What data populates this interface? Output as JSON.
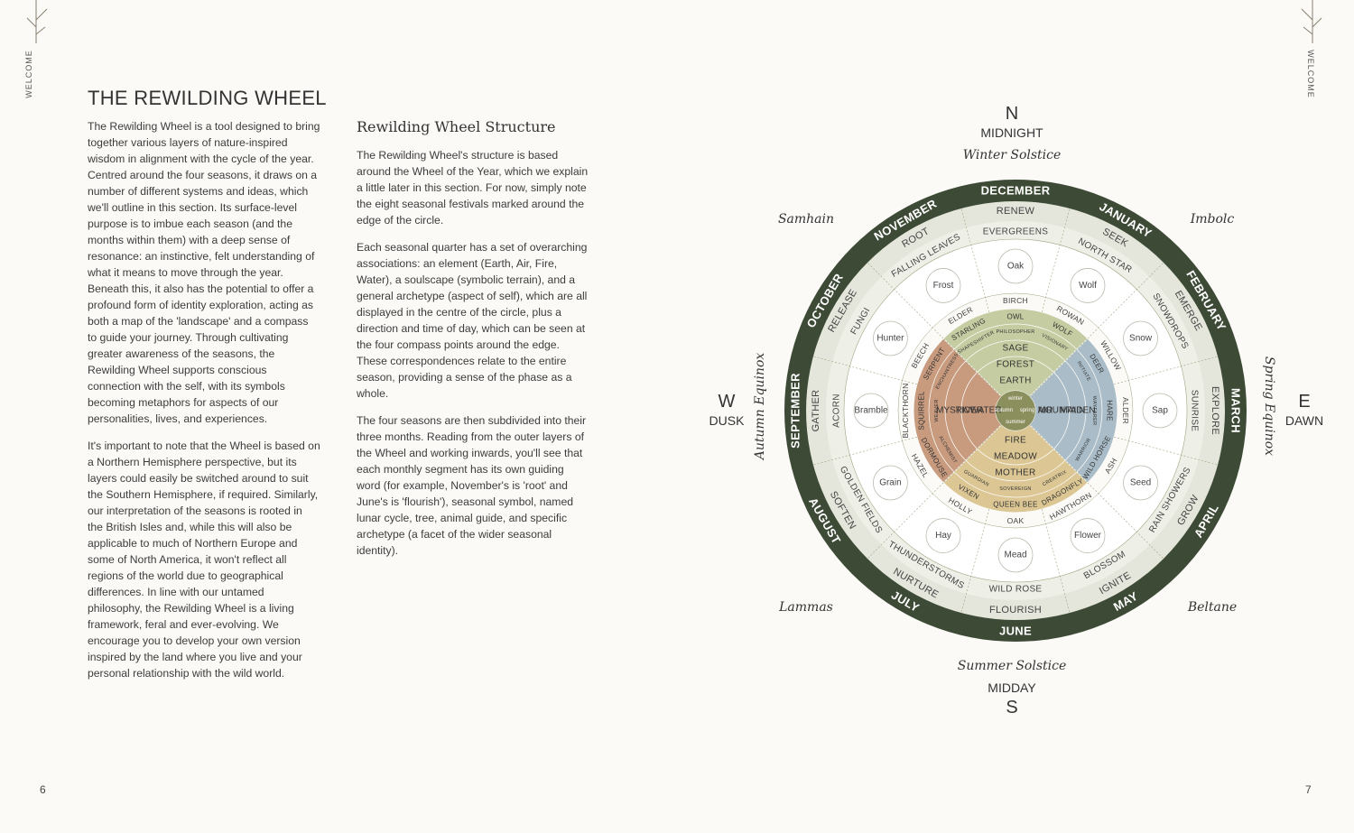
{
  "running_head": {
    "left": "WELCOME",
    "right": "WELCOME"
  },
  "page_numbers": {
    "left": "6",
    "right": "7"
  },
  "title": "THE REWILDING WHEEL",
  "col1_paragraphs": [
    "The Rewilding Wheel is a tool designed to bring together various layers of nature-inspired wisdom in alignment with the cycle of the year. Centred around the four seasons, it draws on a number of different systems and ideas, which we'll outline in this section. Its surface-level purpose is to imbue each season (and the months within them) with a deep sense of resonance: an instinctive, felt understanding of what it means to move through the year. Beneath this, it also has the potential to offer a profound form of identity exploration, acting as both a map of the 'landscape' and a compass to guide your journey. Through cultivating greater awareness of the seasons, the Rewilding Wheel supports conscious connection with the self, with its symbols becoming metaphors for aspects of our personalities, lives, and experiences.",
    "It's important to note that the Wheel is based on a Northern Hemisphere perspective, but its layers could easily be switched around to suit the Southern Hemisphere, if required. Similarly, our interpretation of the seasons is rooted in the British Isles and, while this will also be applicable to much of Northern Europe and some of North America, it won't reflect all regions of the world due to geographical differences. In line with our untamed philosophy, the Rewilding Wheel is a living framework, feral and ever-evolving. We encourage you to develop your own version inspired by the land where you live and your personal relationship with the wild world."
  ],
  "subheading": "Rewilding Wheel Structure",
  "col2_paragraphs": [
    "The Rewilding Wheel's structure is based around the Wheel of the Year, which we explain a little later in this section. For now, simply note the eight seasonal festivals marked around the edge of the circle.",
    "Each seasonal quarter has a set of overarching associations: an element (Earth, Air, Fire, Water), a soulscape (symbolic terrain), and a general archetype (aspect of self), which are all displayed in the centre of the circle, plus a direction and time of day, which can be seen at the four compass points around the edge. These correspondences relate to the entire season, providing a sense of the phase as a whole.",
    "The four seasons are then subdivided into their three months. Reading from the outer layers of the Wheel and working inwards, you'll see that each monthly segment has its own guiding word (for example, November's is 'root' and June's is 'flourish'), seasonal symbol, named lunar cycle, tree, animal guide, and specific archetype (a facet of the wider seasonal identity)."
  ],
  "wheel": {
    "colors": {
      "ring_dark": "#3d4a35",
      "ring_light": "#e4e6dc",
      "ring_pale": "#eef0e8",
      "winter": "#c5cca1",
      "spring": "#a9bcc7",
      "summer": "#dcc794",
      "autumn": "#c89a7e",
      "gridline": "#9aa57e"
    },
    "compass": [
      {
        "letter": "N",
        "time": "MIDNIGHT",
        "festival": "Winter Solstice"
      },
      {
        "letter": "E",
        "time": "DAWN",
        "festival": "Spring Equinox"
      },
      {
        "letter": "S",
        "time": "MIDDAY",
        "festival": "Summer Solstice"
      },
      {
        "letter": "W",
        "time": "DUSK",
        "festival": "Autumn Equinox"
      }
    ],
    "cross_festivals": {
      "ne": "Imbolc",
      "se": "Beltane",
      "sw": "Lammas",
      "nw": "Samhain"
    },
    "months": [
      {
        "month": "DECEMBER",
        "word": "RENEW",
        "symbol": "EVERGREENS",
        "moon": "Oak",
        "tree": "BIRCH",
        "animal": "OWL",
        "archetype": "PHILOSOPHER"
      },
      {
        "month": "JANUARY",
        "word": "SEEK",
        "symbol": "NORTH STAR",
        "moon": "Wolf",
        "tree": "ROWAN",
        "animal": "WOLF",
        "archetype": "VISIONARY"
      },
      {
        "month": "FEBRUARY",
        "word": "EMERGE",
        "symbol": "SNOWDROPS",
        "moon": "Snow",
        "tree": "WILLOW",
        "animal": "DEER",
        "archetype": "INITIATE"
      },
      {
        "month": "MARCH",
        "word": "EXPLORE",
        "symbol": "SUNRISE",
        "moon": "Sap",
        "tree": "ALDER",
        "animal": "HARE",
        "archetype": "WAYFARER"
      },
      {
        "month": "APRIL",
        "word": "GROW",
        "symbol": "RAIN SHOWERS",
        "moon": "Seed",
        "tree": "ASH",
        "animal": "WILD HORSE",
        "archetype": "WARRIOR"
      },
      {
        "month": "MAY",
        "word": "IGNITE",
        "symbol": "BLOSSOM",
        "moon": "Flower",
        "tree": "HAWTHORN",
        "animal": "DRAGONFLY",
        "archetype": "CREATRIX"
      },
      {
        "month": "JUNE",
        "word": "FLOURISH",
        "symbol": "WILD ROSE",
        "moon": "Mead",
        "tree": "OAK",
        "animal": "QUEEN BEE",
        "archetype": "SOVEREIGN"
      },
      {
        "month": "JULY",
        "word": "NURTURE",
        "symbol": "THUNDERSTORMS",
        "moon": "Hay",
        "tree": "HOLLY",
        "animal": "VIXEN",
        "archetype": "GUARDIAN"
      },
      {
        "month": "AUGUST",
        "word": "SOFTEN",
        "symbol": "GOLDEN FIELDS",
        "moon": "Grain",
        "tree": "HAZEL",
        "animal": "DORMOUSE",
        "archetype": "ALCHEMIST"
      },
      {
        "month": "SEPTEMBER",
        "word": "GATHER",
        "symbol": "ACORN",
        "moon": "Bramble",
        "tree": "BLACKTHORN",
        "animal": "SQUIRREL",
        "archetype": "WEAVER"
      },
      {
        "month": "OCTOBER",
        "word": "RELEASE",
        "symbol": "FUNGI",
        "moon": "Hunter",
        "tree": "BEECH",
        "animal": "SERPENT",
        "archetype": "ENCHANTRESS"
      },
      {
        "month": "NOVEMBER",
        "word": "ROOT",
        "symbol": "FALLING LEAVES",
        "moon": "Frost",
        "tree": "ELDER",
        "animal": "STARLING",
        "archetype": "SHAPESHIFTER"
      }
    ],
    "seasons": [
      {
        "key": "winter",
        "element": "EARTH",
        "soulscape": "FOREST",
        "archetype": "SAGE",
        "center_label": "winter"
      },
      {
        "key": "spring",
        "element": "AIR",
        "soulscape": "MOUNTAIN",
        "archetype": "MAIDEN",
        "center_label": "spring"
      },
      {
        "key": "summer",
        "element": "FIRE",
        "soulscape": "MEADOW",
        "archetype": "MOTHER",
        "center_label": "summer"
      },
      {
        "key": "autumn",
        "element": "WATER",
        "soulscape": "RIVER",
        "archetype": "MYSTIC",
        "center_label": "autumn"
      }
    ]
  }
}
